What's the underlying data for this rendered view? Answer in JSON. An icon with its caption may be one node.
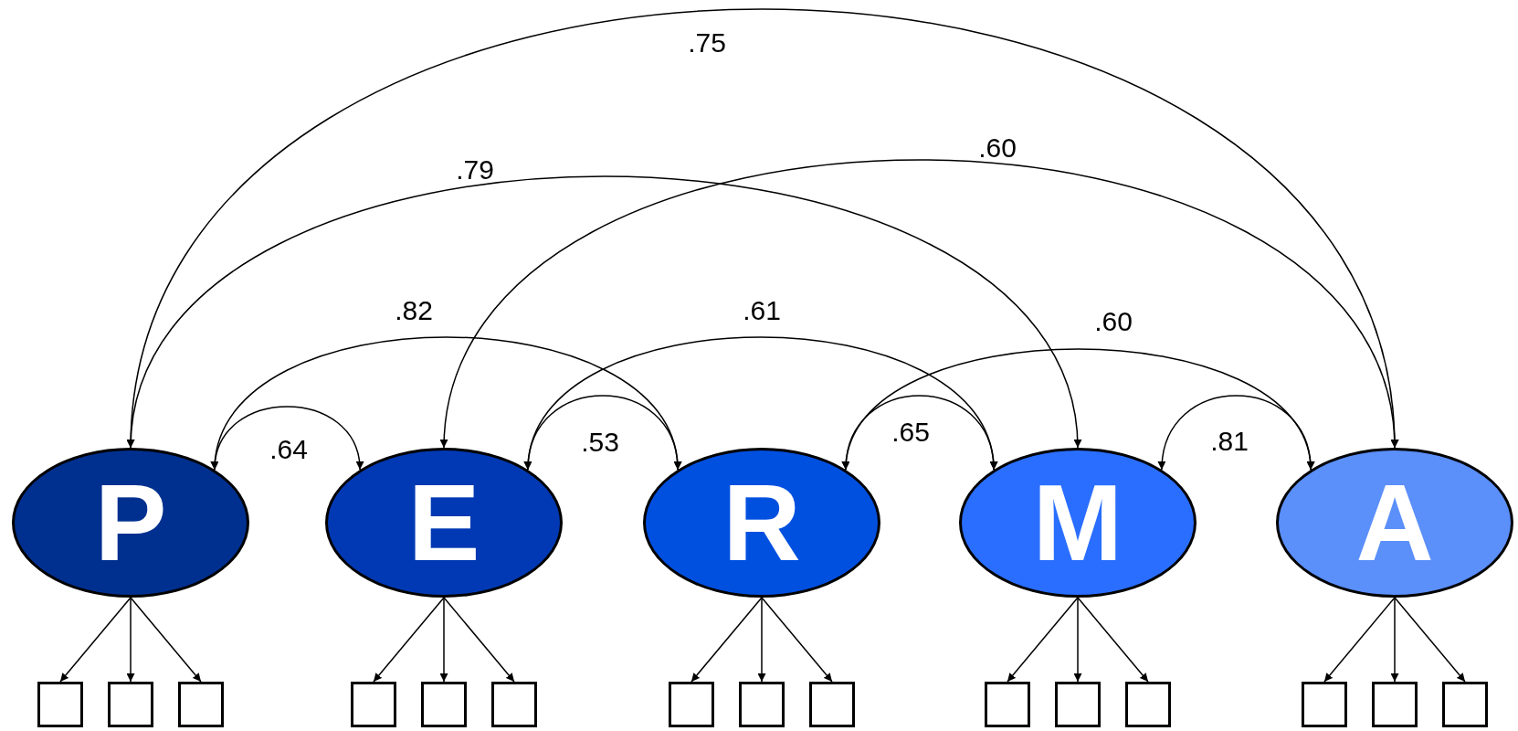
{
  "diagram": {
    "nodes": [
      {
        "text": [
          "P"
        ]
      },
      {
        "text": [
          "E"
        ]
      },
      {
        "text": [
          "R"
        ]
      },
      {
        "text": [
          "M"
        ]
      },
      {
        "text": [
          "A"
        ]
      },
      {
        "text": [],
        "shape": "box"
      },
      {
        "text": [],
        "shape": "box"
      },
      {
        "text": [],
        "shape": "box"
      },
      {
        "text": [],
        "shape": "box"
      },
      {
        "text": [],
        "shape": "box"
      },
      {
        "text": [],
        "shape": "box"
      },
      {
        "text": [],
        "shape": "box"
      },
      {
        "text": [],
        "shape": "box"
      },
      {
        "text": [],
        "shape": "box"
      },
      {
        "text": [],
        "shape": "box"
      },
      {
        "text": [],
        "shape": "box"
      },
      {
        "text": [],
        "shape": "box"
      },
      {
        "text": [],
        "shape": "box"
      },
      {
        "text": [],
        "shape": "box"
      },
      {
        "text": [],
        "shape": "box"
      }
    ],
    "edges": [
      {
        "from": 0,
        "to": 4,
        "arrow": "both",
        "label": ".75"
      },
      {
        "from": 0,
        "to": 3,
        "arrow": "both",
        "label": ".79"
      },
      {
        "from": 1,
        "to": 4,
        "arrow": "both",
        "label": ".60"
      },
      {
        "from": 0,
        "to": 2,
        "arrow": "both",
        "label": ".82"
      },
      {
        "from": 1,
        "to": 3,
        "arrow": "both",
        "label": ".61"
      },
      {
        "from": 2,
        "to": 4,
        "arrow": "both",
        "label": ".60"
      },
      {
        "from": 0,
        "to": 1,
        "arrow": "both",
        "label": ".64"
      },
      {
        "from": 1,
        "to": 2,
        "arrow": "both",
        "label": ".53"
      },
      {
        "from": 2,
        "to": 3,
        "arrow": "both",
        "label": ".65"
      },
      {
        "from": 3,
        "to": 4,
        "arrow": "both",
        "label": ".81"
      },
      {
        "from": 0,
        "to": 5,
        "arrow": "to"
      },
      {
        "from": 0,
        "to": 6,
        "arrow": "to"
      },
      {
        "from": 0,
        "to": 7,
        "arrow": "to"
      },
      {
        "from": 1,
        "to": 8,
        "arrow": "to"
      },
      {
        "from": 1,
        "to": 9,
        "arrow": "to"
      },
      {
        "from": 1,
        "to": 10,
        "arrow": "to"
      },
      {
        "from": 2,
        "to": 11,
        "arrow": "to"
      },
      {
        "from": 2,
        "to": 12,
        "arrow": "to"
      },
      {
        "from": 2,
        "to": 13,
        "arrow": "to"
      },
      {
        "from": 3,
        "to": 14,
        "arrow": "to"
      },
      {
        "from": 3,
        "to": 15,
        "arrow": "to"
      },
      {
        "from": 3,
        "to": 16,
        "arrow": "to"
      },
      {
        "from": 4,
        "to": 17,
        "arrow": "to"
      },
      {
        "from": 4,
        "to": 18,
        "arrow": "to"
      },
      {
        "from": 4,
        "to": 19,
        "arrow": "to"
      }
    ]
  }
}
